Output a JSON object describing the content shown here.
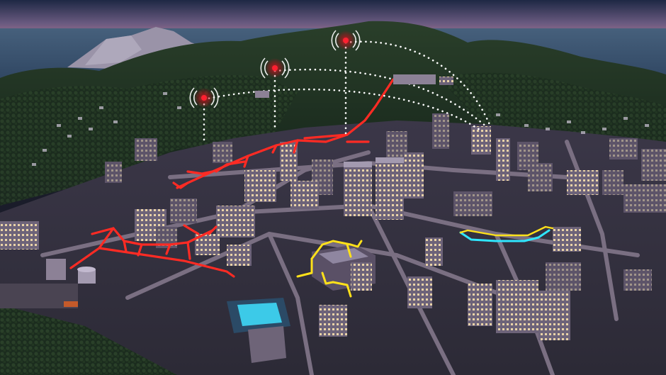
{
  "scene": {
    "kind": "aerial-city-render",
    "time_of_day": "dusk",
    "colors": {
      "sky_top": "#1e2844",
      "sky_horizon": "#b77b95",
      "sea": "#39506e",
      "hills": "#1f3322",
      "ground": "#3c3845",
      "road": "#6e6474",
      "network_red": "#ff2b24",
      "network_yellow": "#ffe11a",
      "network_cyan": "#2fe6ff",
      "link_dots": "#ffffff",
      "tower_glow": "#ff2030",
      "window_light": "#ffe6b0",
      "pool": "#3fe0ff"
    },
    "elements": {
      "towers": [
        "radio-tower-icon",
        "radio-tower-icon",
        "radio-tower-icon"
      ],
      "networks": [
        "red-fiber-network",
        "yellow-network-loop",
        "cyan-network-loop"
      ],
      "links": "dotted-wireless-links"
    }
  }
}
